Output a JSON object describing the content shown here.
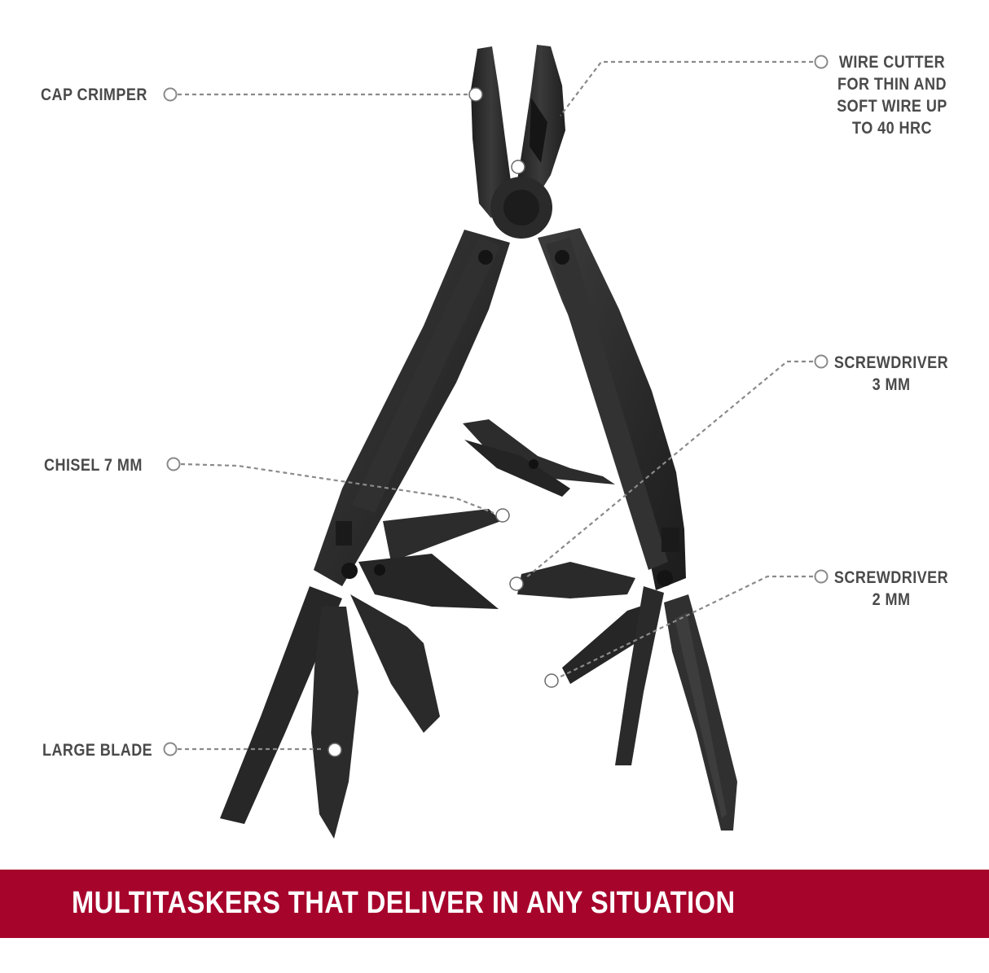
{
  "labels": {
    "cap_crimper": "CAP CRIMPER",
    "wire_cutter": [
      "WIRE CUTTER",
      "FOR THIN AND",
      "SOFT WIRE UP",
      "TO 40 HRC"
    ],
    "chisel": "CHISEL 7 MM",
    "screwdriver_3": [
      "SCREWDRIVER",
      "3 MM"
    ],
    "screwdriver_2": [
      "SCREWDRIVER",
      "2 MM"
    ],
    "large_blade": "LARGE BLADE"
  },
  "banner": {
    "text": "MULTITASKERS THAT DELIVER IN ANY SITUATION"
  },
  "colors": {
    "brand_red": "#a7042c",
    "tool_black": "#2b2b2b",
    "label_gray": "#4a4a4a",
    "leader_gray": "#8a8a8a"
  }
}
